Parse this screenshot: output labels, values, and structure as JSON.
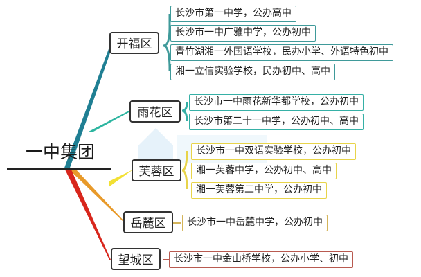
{
  "root": {
    "label": "一中集团"
  },
  "colors": {
    "kaifu": "#1f7f93",
    "yuhua": "#2cb5a0",
    "furong": "#f2e033",
    "yuelu": "#e89a2a",
    "wangcheng": "#d8261c"
  },
  "districts": [
    {
      "name": "开福区",
      "schools": [
        "长沙市第一中学，公办高中",
        "长沙市一中广雅中学，公办初中",
        "青竹湖湘一外国语学校，民办小学、外语特色初中",
        "湘一立信实验学校，民办初中、高中"
      ]
    },
    {
      "name": "雨花区",
      "schools": [
        "长沙市一中雨花新华都学校，公办初中",
        "长沙市第二十一中学，公办初中、高中"
      ]
    },
    {
      "name": "芙蓉区",
      "schools": [
        "长沙市一中双语实验学校，公办初中",
        "湘一芙蓉中学，公办初中、高中",
        "湘一芙蓉第二中学，公办初中"
      ]
    },
    {
      "name": "岳麓区",
      "schools": [
        "长沙市一中岳麓中学，公办初中"
      ]
    },
    {
      "name": "望城区",
      "schools": [
        "长沙市一中金山桥学校，公办小学、初中"
      ]
    }
  ]
}
